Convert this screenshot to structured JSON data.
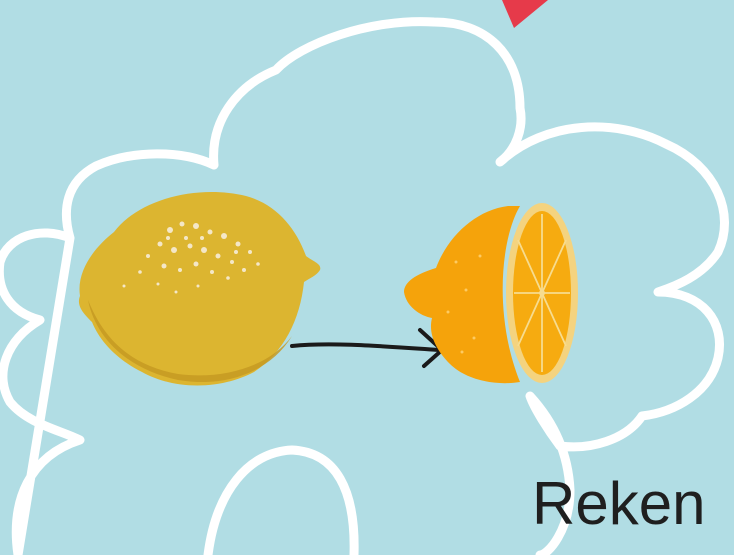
{
  "caption": "Reken",
  "colors": {
    "background": "#b1dde4",
    "cloud_outline": "#ffffff",
    "whole_lemon": "#dcb530",
    "whole_lemon_shade": "#c69a22",
    "half_lemon_peel": "#f5a30b",
    "half_lemon_rind": "#f4d37f",
    "half_lemon_flesh": "#f6ab10",
    "arrow": "#1a1a1a",
    "red_shape": "#e63a4a"
  },
  "icons": [
    "cloud-outline",
    "whole-lemon",
    "half-lemon",
    "right-arrow",
    "red-shape"
  ]
}
